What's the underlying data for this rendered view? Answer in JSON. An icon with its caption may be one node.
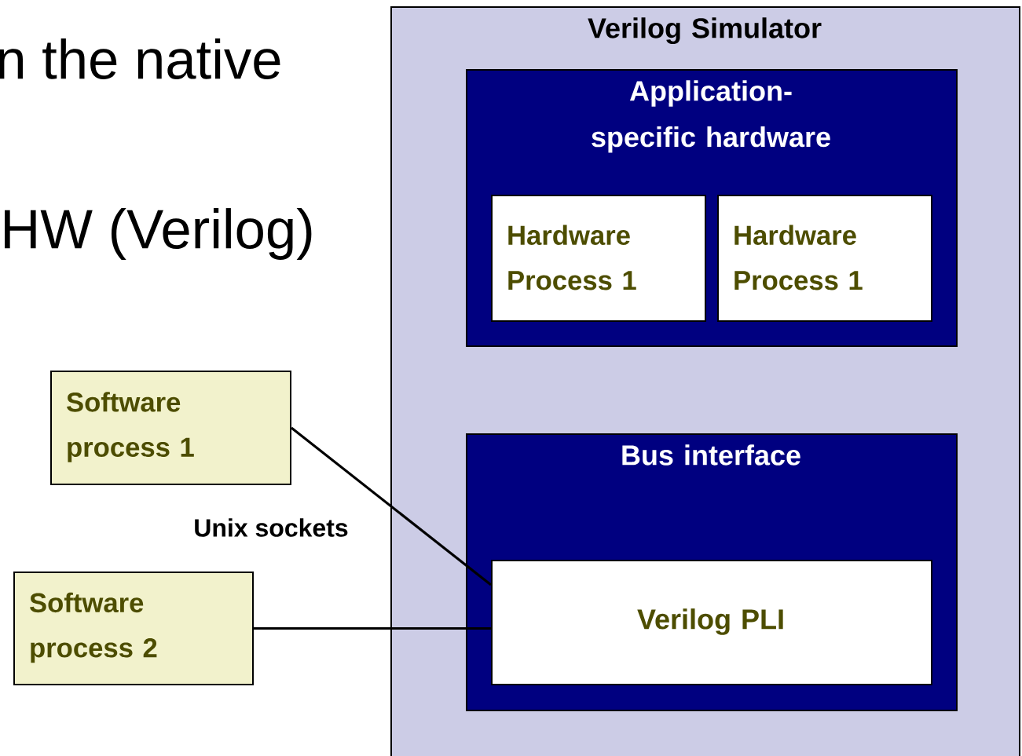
{
  "diagram": {
    "nodes": [
      {
        "text": [
          "Verilog Simulator"
        ]
      },
      {
        "text": [
          "Application-specific hardware"
        ],
        "in": 0
      },
      {
        "text": [
          "Hardware Process 1"
        ],
        "in": 1
      },
      {
        "text": [
          "Hardware Process 1"
        ],
        "in": 1
      },
      {
        "text": [
          "Software process 1"
        ]
      },
      {
        "text": [
          "Bus interface"
        ],
        "in": 0
      },
      {
        "text": [
          "Verilog PLI"
        ],
        "in": 5
      },
      {
        "text": [
          "Software process 2"
        ]
      }
    ],
    "edges": [
      {
        "from": 4,
        "to": 6,
        "arrow": "none",
        "label": "Unix sockets"
      },
      {
        "from": 7,
        "to": 6,
        "arrow": "none"
      }
    ],
    "labels": [
      "n the native",
      "HW (Verilog)"
    ]
  }
}
